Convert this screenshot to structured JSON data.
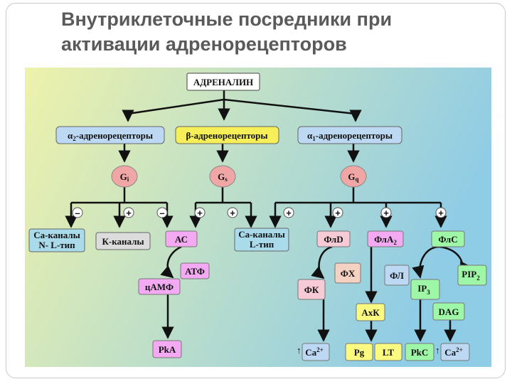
{
  "slide": {
    "title_line1": "Внутриклеточные посредники при",
    "title_line2": "активации адренорецепторов"
  },
  "diagram": {
    "adrenaline": "АДРЕНАЛИН",
    "receptors": {
      "alpha2": {
        "symbol": "α",
        "sub": "2",
        "label": "-адренорецепторы"
      },
      "beta": {
        "symbol": "β",
        "label": "-адренорецепторы"
      },
      "alpha1": {
        "symbol": "α",
        "sub": "1",
        "label": "-адренорецепторы"
      }
    },
    "gproteins": {
      "gi": {
        "main": "G",
        "sub": "i"
      },
      "gs": {
        "main": "G",
        "sub": "s"
      },
      "gq": {
        "main": "G",
        "sub": "q"
      }
    },
    "signs": {
      "minus": "–",
      "plus": "+"
    },
    "nodes": {
      "ca_channels_nl_line1": "Са-каналы",
      "ca_channels_nl_line2": "N- L-тип",
      "k_channels": "К-каналы",
      "ac": "АС",
      "ca_channels_l_line1": "Са-каналы",
      "ca_channels_l_line2": "L-тип",
      "pld": "ФлD",
      "pla2_main": "ФлА",
      "pla2_sub": "2",
      "plc": "ФлС",
      "atp": "АТФ",
      "camp": "цАМФ",
      "pka": "PkA",
      "ph": "ФХ",
      "fk": "ФК",
      "fl": "ФЛ",
      "ip3_main": "IP",
      "ip3_sub": "3",
      "pip2_main": "PIP",
      "pip2_sub": "2",
      "axk": "АхК",
      "dag": "DAG",
      "ca2_main": "Ca",
      "ca2_sup": "2+",
      "pg": "Pg",
      "lt": "LT",
      "pkc": "PkC"
    },
    "up_arrow": "↑"
  },
  "colors": {
    "background_left": "#eef2ab",
    "background_right": "#8fcce6",
    "receptor_alpha": "#bcd8f2",
    "receptor_beta": "#f7ef58",
    "gprotein": "#f1a6a6",
    "channel_blue": "#a9dbea",
    "gray": "#dcdcdc",
    "pink_light": "#f6cbd6",
    "pink_violet": "#f4aaf2",
    "orange_light": "#f5d1c1",
    "green": "#9df7a6",
    "yellow": "#fafa80",
    "arrow": "#111111"
  }
}
